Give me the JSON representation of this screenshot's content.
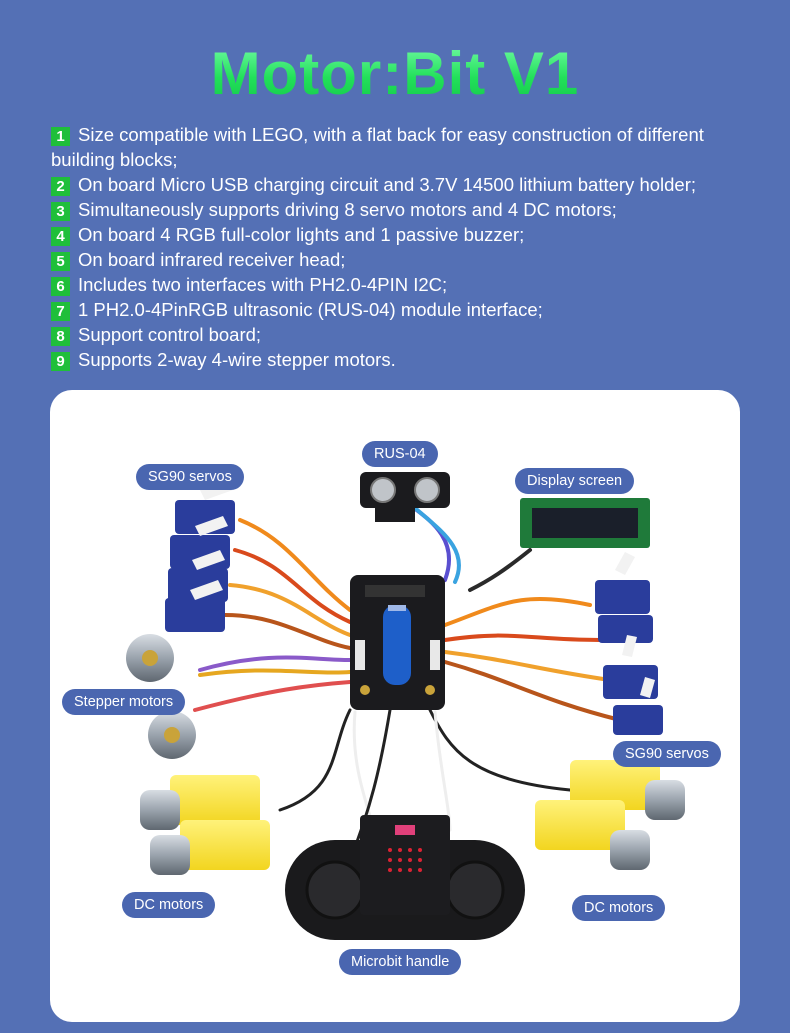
{
  "title": "Motor:Bit V1",
  "features": [
    {
      "num": "1",
      "text": "Size compatible with LEGO, with a flat back for easy construction of different building blocks;"
    },
    {
      "num": "2",
      "text": "On board Micro USB charging circuit and 3.7V 14500 lithium battery holder;"
    },
    {
      "num": "3",
      "text": "Simultaneously supports driving 8 servo motors and 4 DC motors;"
    },
    {
      "num": "4",
      "text": "On board 4 RGB full-color lights and 1 passive buzzer;"
    },
    {
      "num": "5",
      "text": "On board infrared receiver head;"
    },
    {
      "num": "6",
      "text": "Includes two interfaces with PH2.0-4PIN I2C;"
    },
    {
      "num": "7",
      "text": "1 PH2.0-4PinRGB ultrasonic (RUS-04) module interface;"
    },
    {
      "num": "8",
      "text": "Support control board;"
    },
    {
      "num": "9",
      "text": "Supports 2-way 4-wire stepper motors."
    }
  ],
  "labels": {
    "rus04": "RUS-04",
    "sg90_left": "SG90 servos",
    "display": "Display screen",
    "stepper": "Stepper motors",
    "sg90_right": "SG90 servos",
    "dc_left": "DC motors",
    "dc_right": "DC motors",
    "handle": "Microbit handle"
  },
  "colors": {
    "background": "#5470b5",
    "title_green": "#2ef06a",
    "number_badge": "#1fbf3a",
    "label_pill": "#4a66b0",
    "panel": "#ffffff",
    "servo_blue": "#2a3d9c",
    "dc_yellow": "#f6e23a",
    "battery_blue": "#1e5fc9"
  }
}
